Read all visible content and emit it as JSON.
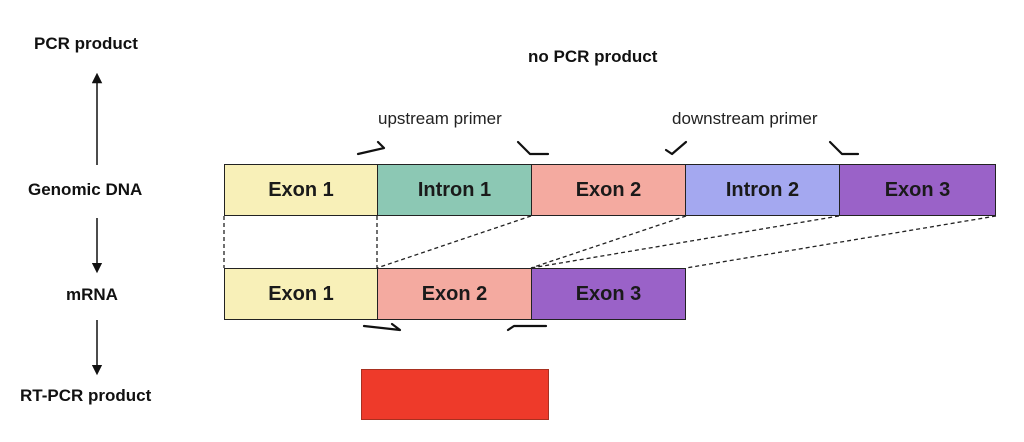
{
  "labels": {
    "pcr_product": "PCR product",
    "no_pcr_product": "no PCR product",
    "genomic_dna": "Genomic DNA",
    "mrna": "mRNA",
    "rt_pcr_product": "RT-PCR product",
    "upstream_primer": "upstream primer",
    "downstream_primer": "downstream primer"
  },
  "genomic": [
    {
      "label": "Exon 1",
      "color": "#f8f0b8"
    },
    {
      "label": "Intron 1",
      "color": "#8cc8b4"
    },
    {
      "label": "Exon 2",
      "color": "#f4aaa0"
    },
    {
      "label": "Intron 2",
      "color": "#a4a8f0"
    },
    {
      "label": "Exon 3",
      "color": "#9a62c8"
    }
  ],
  "mrna": [
    {
      "label": "Exon 1",
      "color": "#f8f0b8"
    },
    {
      "label": "Exon 2",
      "color": "#f4aaa0"
    },
    {
      "label": "Exon 3",
      "color": "#9a62c8"
    }
  ],
  "colors": {
    "rt_pcr_product": "#ee3a2a"
  }
}
